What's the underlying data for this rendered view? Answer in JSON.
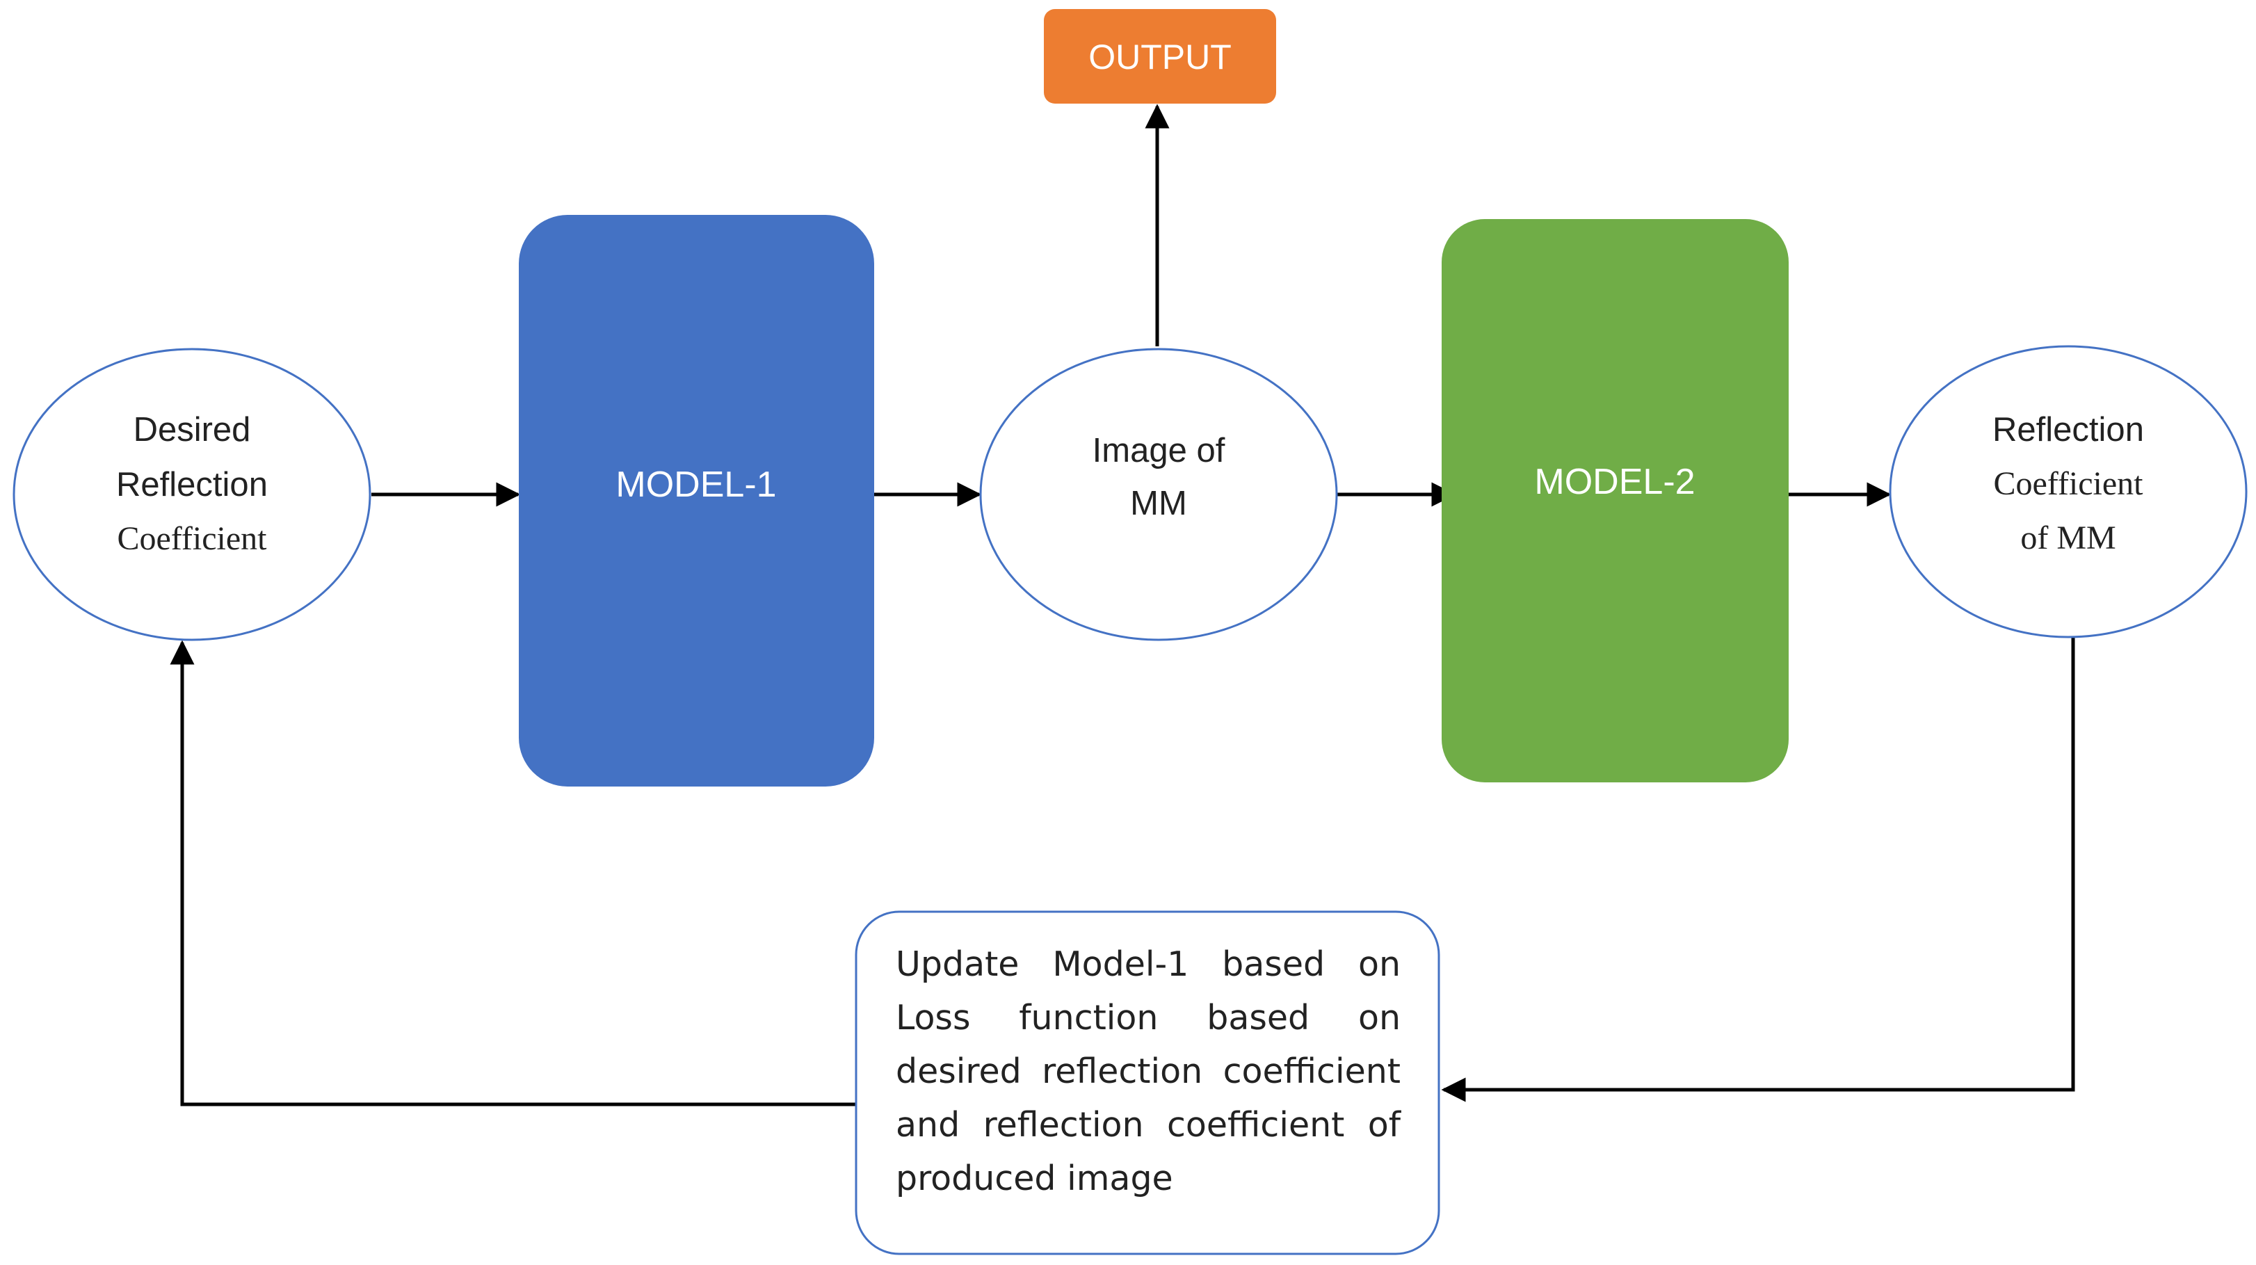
{
  "colors": {
    "model_1": "#4472C4",
    "model_2": "#70AD47",
    "output": "#ED7D31",
    "ellipse_stroke": "#4472C4",
    "connector": "#000000",
    "box_text": "#FFFFFF"
  },
  "nodes": {
    "output": "OUTPUT",
    "model_1": "MODEL-1",
    "model_2": "MODEL-2",
    "desired_reflection_coefficient": [
      "Desired",
      "Reflection",
      "Coefficient"
    ],
    "image_of_mm": [
      "Image of",
      "MM"
    ],
    "reflection_coefficient_of_mm": [
      "Reflection",
      "Coefficient",
      "of MM"
    ],
    "update_note": "Update Model-1 based on Loss function based on desired reflection coefficient and reflection coefficient of produced image"
  },
  "edges": [
    {
      "from": "Desired Reflection Coefficient",
      "to": "MODEL-1"
    },
    {
      "from": "MODEL-1",
      "to": "Image of MM"
    },
    {
      "from": "Image of MM",
      "to": "OUTPUT"
    },
    {
      "from": "Image of MM",
      "to": "MODEL-2"
    },
    {
      "from": "MODEL-2",
      "to": "Reflection Coefficient of MM"
    },
    {
      "from": "Reflection Coefficient of MM",
      "to": "Update Model-1 based on Loss function"
    },
    {
      "from": "Update Model-1 based on Loss function",
      "to": "Desired Reflection Coefficient"
    }
  ]
}
